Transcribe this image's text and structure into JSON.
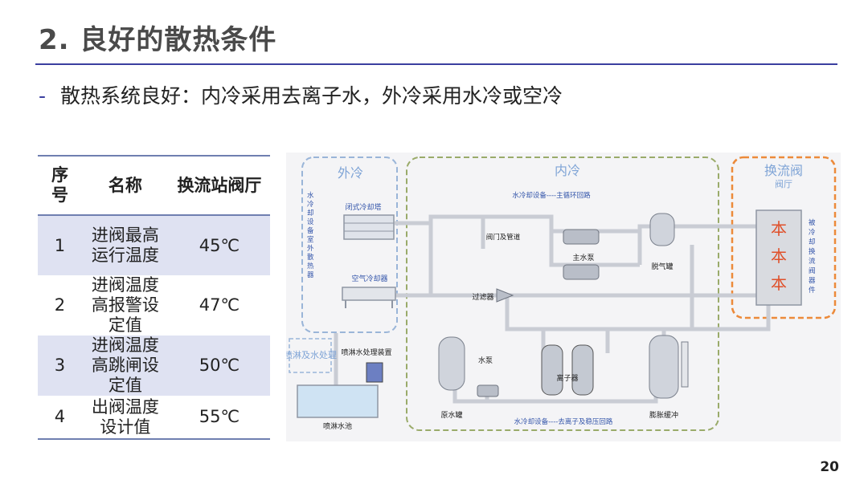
{
  "slide": {
    "title": "2. 良好的散热条件",
    "bullet_dash": "-",
    "bullet_text": "散热系统良好：内冷采用去离子水，外冷采用水冷或空冷",
    "page_number": "20"
  },
  "table": {
    "headers": [
      "序号",
      "名称",
      "换流站阀厅"
    ],
    "rows": [
      {
        "no": "1",
        "name": "进阀最高运行温度",
        "value": "45℃"
      },
      {
        "no": "2",
        "name": "进阀温度高报警设定值",
        "value": "47℃"
      },
      {
        "no": "3",
        "name": "进阀温度高跳闸设定值",
        "value": "50℃"
      },
      {
        "no": "4",
        "name": "出阀温度设计值",
        "value": "55℃"
      }
    ]
  },
  "diagram": {
    "outer_cooling": "外冷",
    "inner_cooling": "内冷",
    "converter_valve": "换流阀",
    "valve_hall": "阀厅",
    "outer_equipment_vertical": "水冷却设备室外散热器",
    "closed_tower": "闭式冷却塔",
    "air_cooler": "空气冷却器",
    "spray_treatment_box": "喷淋及水处理",
    "spray_treatment_device": "喷淋水处理装置",
    "spray_pool": "喷淋水池",
    "main_loop": "水冷却设备----主循环回路",
    "valves_pipes": "阀门及管道",
    "main_pump": "主水泵",
    "degas_tank": "脱气罐",
    "filter": "过滤器",
    "cooled_valve_vertical": "被冷却换流阀器件",
    "raw_tank": "原水罐",
    "water_pump": "水泵",
    "ion_exchanger": "离子器",
    "expansion_tank": "膨胀缓冲",
    "deion_loop": "水冷却设备----去离子及稳压回路",
    "colors": {
      "outer": "#9ab5d8",
      "inner": "#9aab6a",
      "valve_box": "#ec8a3a",
      "label_blue": "#6f8fd6",
      "label_red": "#e0502a",
      "pipe": "#c9ccd4"
    }
  }
}
